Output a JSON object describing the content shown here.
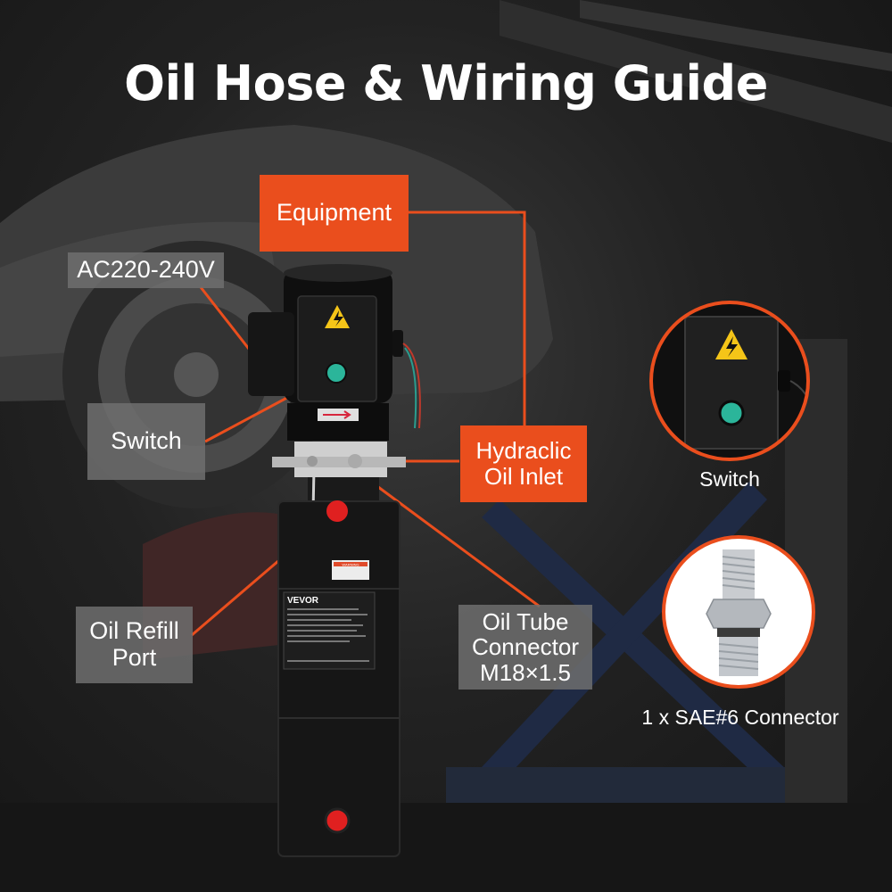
{
  "title": "Oil Hose & Wiring Guide",
  "callouts": {
    "equipment": "Equipment",
    "voltage": "AC220-240V",
    "switch": "Switch",
    "oil_inlet_line1": "Hydraclic",
    "oil_inlet_line2": "Oil Inlet",
    "oil_refill_line1": "Oil Refill",
    "oil_refill_line2": "Port",
    "tube_line1": "Oil Tube",
    "tube_line2": "Connector",
    "tube_line3": "M18×1.5"
  },
  "detail": {
    "switch_caption": "Switch",
    "connector_caption": "1 x SAE#6 Connector"
  },
  "product": {
    "brand": "VEVOR",
    "warning_title": "WARNING"
  },
  "colors": {
    "accent": "#ea4e1d",
    "label_gray": "#6e6e6e",
    "switch_green": "#2bb59a"
  }
}
